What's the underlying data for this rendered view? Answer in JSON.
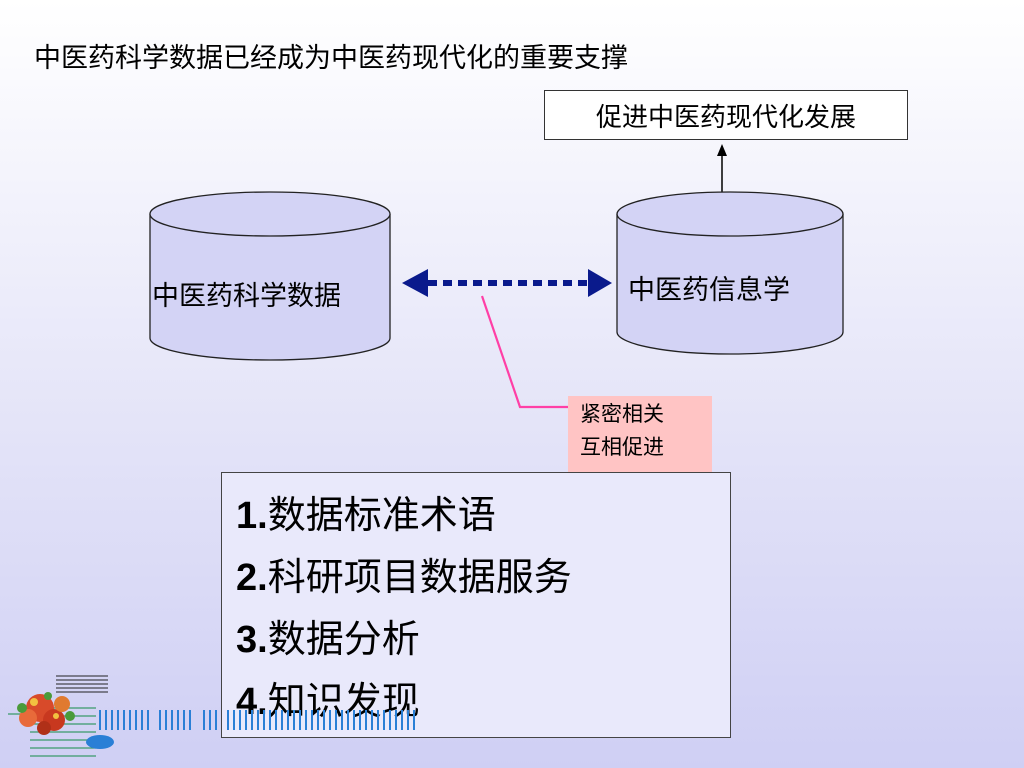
{
  "title": "中医药科学数据已经成为中医药现代化的重要支撑",
  "goal_box": "促进中医药现代化发展",
  "cylinders": {
    "left": "中医药科学数据",
    "right": "中医药信息学"
  },
  "relation": {
    "line1": "紧密相关",
    "line2": "互相促进"
  },
  "list": [
    {
      "num": "1.",
      "text": "数据标准术语"
    },
    {
      "num": "2.",
      "text": "科研项目数据服务"
    },
    {
      "num": "3.",
      "text": "数据分析"
    },
    {
      "num": "4.",
      "text": "知识发现"
    }
  ],
  "colors": {
    "cylinder_fill": "#d3d3f5",
    "double_arrow": "#0a1a8c",
    "connector": "#ff3fa6",
    "relation_fill": "#ffc4c4",
    "decoration": "#2a7fd6"
  }
}
